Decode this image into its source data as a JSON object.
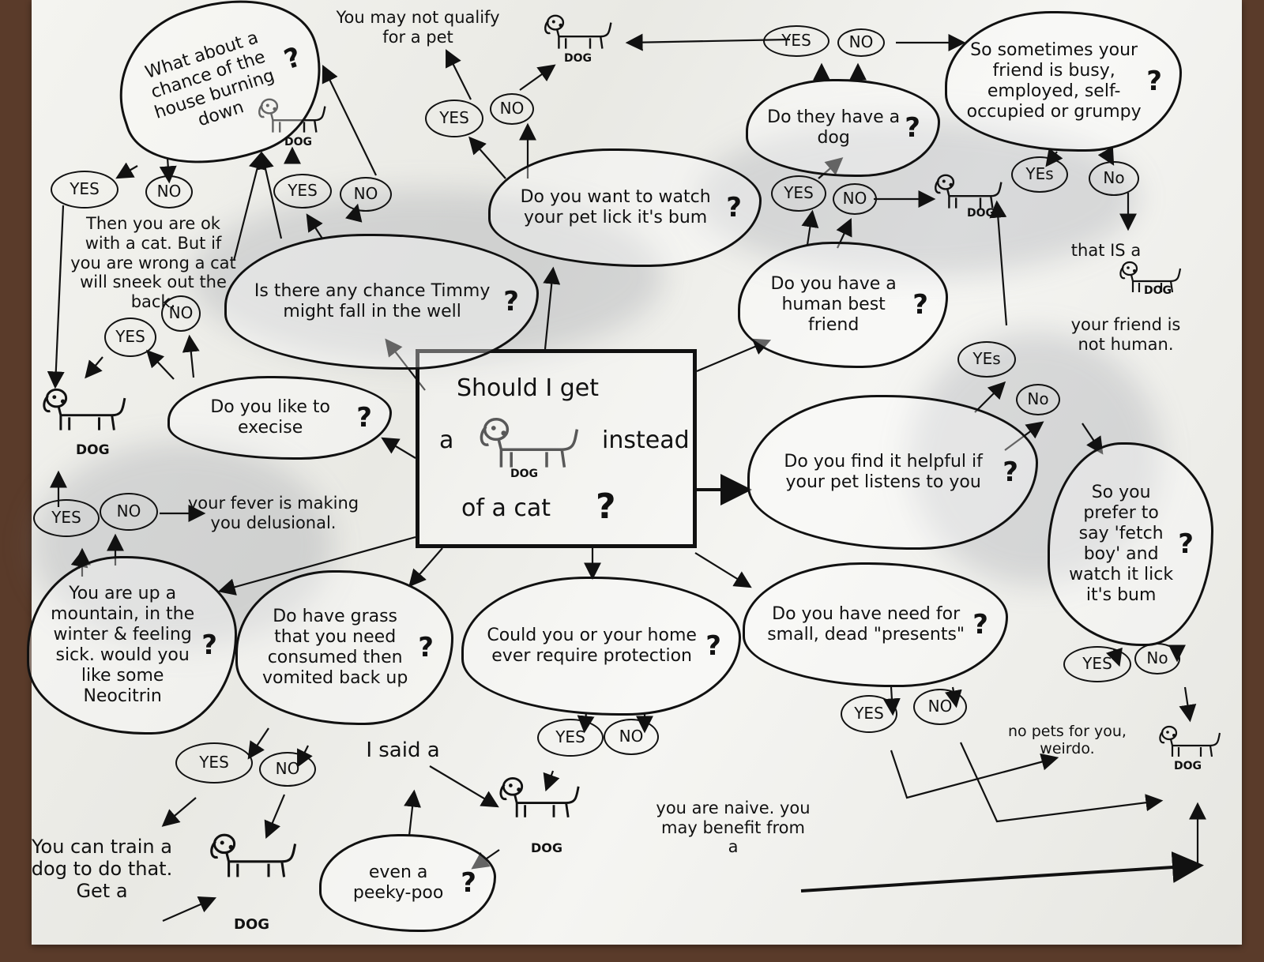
{
  "center": {
    "line1": "Should I get",
    "a": "a",
    "instead": "instead",
    "of_a_cat": "of a cat",
    "q": "?",
    "dog": "DOG"
  },
  "questions": {
    "house_burning": "What about a chance of the house burning down",
    "timmy": "Is there any chance Timmy might fall in the well",
    "lick_bum": "Do you want to watch your pet lick it's bum",
    "exercise": "Do you like to execise",
    "mountain": "You are up a mountain, in the winter & feeling sick. would you like some Neocitrin",
    "grass": "Do have grass that you need consumed then vomited back up",
    "protection": "Could you or your home ever require protection",
    "peeky": "even a peeky-poo",
    "presents": "Do you have need for small, dead \"presents\"",
    "listens": "Do you find it helpful if your pet listens to you",
    "fetch": "So you prefer to say 'fetch boy' and watch it lick it's bum",
    "best_friend": "Do you have a human best friend",
    "have_dog": "Do they have a dog",
    "busy_friend": "So sometimes your friend is busy, employed, self-occupied or grumpy",
    "q": "?"
  },
  "answers": {
    "yes": "YES",
    "no": "NO",
    "yes_mixed": "YEs",
    "no_mixed": "No"
  },
  "notes": {
    "no_qualify": "You may not qualify for a pet",
    "cat_ok": "Then you are ok with a cat. But if you are wrong a cat will sneek out the back.",
    "fever": "your fever is making you delusional.",
    "train": "You can train a dog to do that. Get a",
    "i_said": "I said a",
    "naive": "you are naive. you may benefit from a",
    "weirdo": "no pets for you, weirdo.",
    "that_is": "that IS a",
    "not_human": "your friend is not human.",
    "dog": "DOG"
  }
}
